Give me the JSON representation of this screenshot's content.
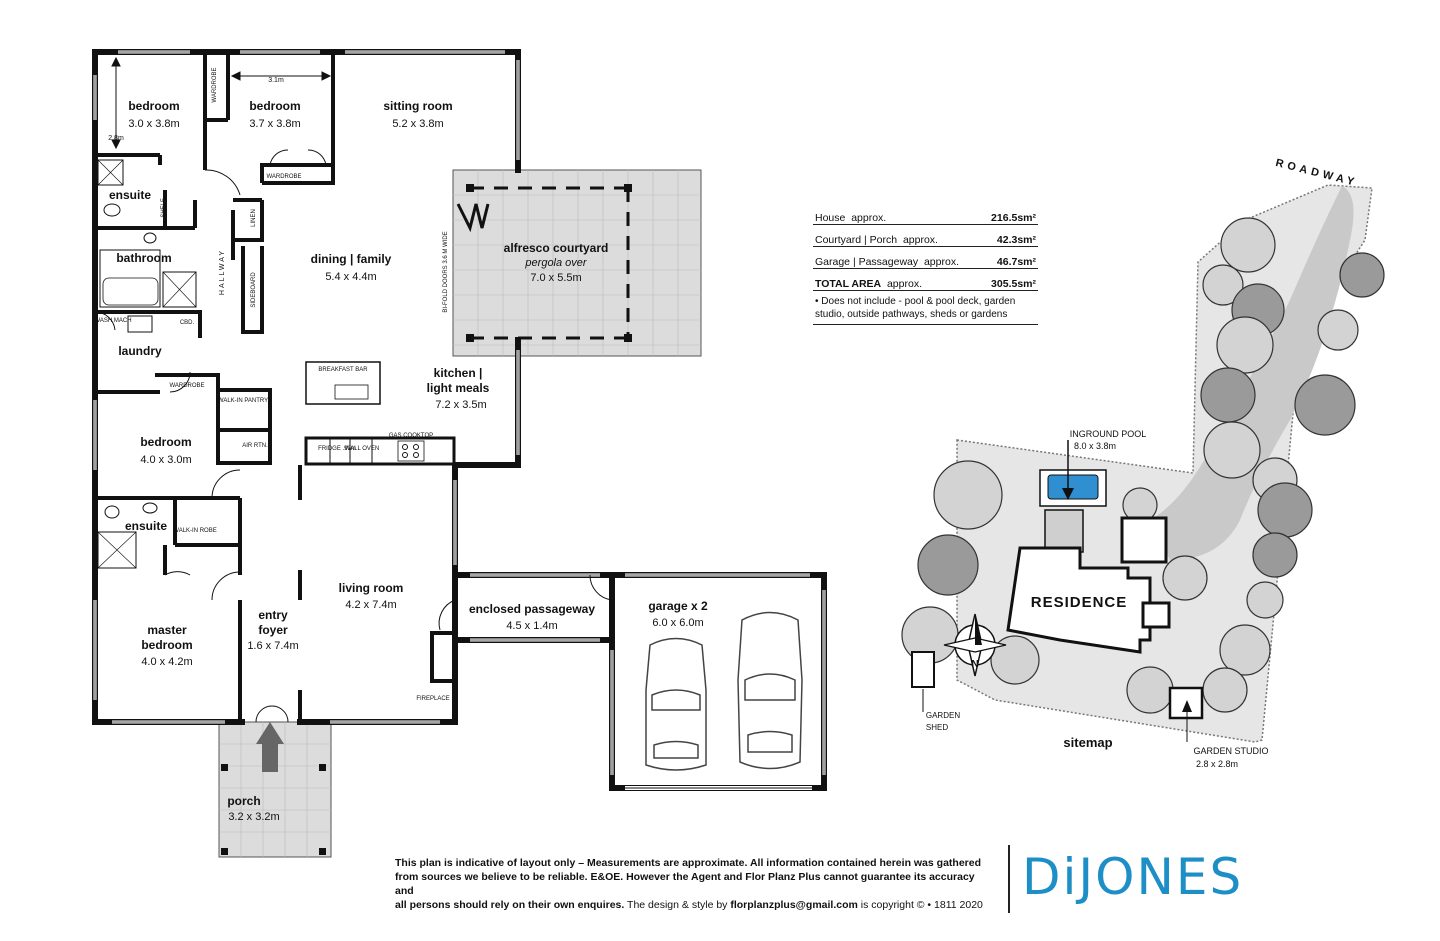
{
  "rooms": {
    "bedroom1": {
      "name": "bedroom",
      "dims": "3.0 x 3.8m"
    },
    "bedroom2": {
      "name": "bedroom",
      "dims": "3.7 x 3.8m"
    },
    "sitting": {
      "name": "sitting room",
      "dims": "5.2 x 3.8m"
    },
    "alfresco": {
      "name": "alfresco courtyard",
      "sub": "pergola over",
      "dims": "7.0 x 5.5m"
    },
    "dining": {
      "name": "dining | family",
      "dims": "5.4 x 4.4m"
    },
    "bathroom": {
      "name": "bathroom"
    },
    "ensuite1": {
      "name": "ensuite"
    },
    "laundry": {
      "name": "laundry"
    },
    "kitchen": {
      "name1": "kitchen |",
      "name2": "light meals",
      "dims": "7.2 x 3.5m"
    },
    "bedroom3": {
      "name": "bedroom",
      "dims": "4.0 x 3.0m"
    },
    "ensuite2": {
      "name": "ensuite"
    },
    "master": {
      "name1": "master",
      "name2": "bedroom",
      "dims": "4.0 x 4.2m"
    },
    "entry": {
      "name1": "entry",
      "name2": "foyer",
      "dims": "1.6 x 7.4m"
    },
    "living": {
      "name": "living room",
      "dims": "4.2 x 7.4m"
    },
    "passage": {
      "name": "enclosed passageway",
      "dims": "4.5 x 1.4m"
    },
    "garage": {
      "name": "garage x 2",
      "dims": "6.0 x 6.0m"
    },
    "porch": {
      "name": "porch",
      "dims": "3.2 x 3.2m"
    }
  },
  "fixtures": {
    "wardrobe": "WARDROBE",
    "shelf": "SHELF",
    "linen": "LINEN",
    "sideboard": "SIDEBOARD",
    "hallway": "HALLWAY",
    "wash_mach": "WASH MACH",
    "cbd": "CBD.",
    "walk_in_pantry": "WALK-IN PANTRY",
    "air_rtn": "AIR RTN.",
    "fridge": "FRIDGE .90m",
    "wall_oven": "WALL OVEN",
    "gas_cooktop": "GAS COOKTOP",
    "breakfast_bar": "BREAKFAST BAR",
    "walk_in_robe": "WALK-IN ROBE",
    "fireplace": "FIREPLACE",
    "bifold": "BI-FOLD DOORS 3.6 M WIDE",
    "dim_31": "3.1m",
    "dim_28": "2.8m"
  },
  "areas": {
    "rows": [
      {
        "label": "House",
        "suffix": "approx.",
        "value": "216.5sm²"
      },
      {
        "label": "Courtyard | Porch",
        "suffix": "approx.",
        "value": "42.3sm²"
      },
      {
        "label": "Garage | Passageway",
        "suffix": "approx.",
        "value": "46.7sm²"
      },
      {
        "label": "TOTAL AREA",
        "suffix": "approx.",
        "value": "305.5sm²"
      }
    ],
    "note": "• Does not include - pool & pool deck, garden studio, outside pathways, sheds or gardens"
  },
  "sitemap": {
    "roadway": "ROADWAY",
    "pool_label": "INGROUND POOL",
    "pool_dims": "8.0 x 3.8m",
    "residence": "RESIDENCE",
    "north": "N",
    "shed1": "GARDEN",
    "shed2": "SHED",
    "title": "sitemap",
    "studio_label": "GARDEN STUDIO",
    "studio_dims": "2.8 x 2.8m"
  },
  "footer": {
    "line1": "This plan is indicative of layout only  –  Measurements are approximate. All information contained herein was gathered",
    "line2": "from sources we believe to be reliable. E&OE. However the Agent and Flor Planz Plus cannot guarantee its accuracy and",
    "line3a": "all persons should rely on their own enquires.",
    "line3b": " The design & style by ",
    "line3c": "florplanzplus@gmail.com",
    "line3d": " is copyright ©  •  1811 2020"
  },
  "brand": "DiJONES",
  "colors": {
    "brand": "#1d8fc6",
    "pool": "#2f8fd0",
    "tree": "#9a9a9a",
    "path": "#c9c9c9",
    "yard": "#e6e6e6",
    "courtyard": "#dcdcdc"
  }
}
